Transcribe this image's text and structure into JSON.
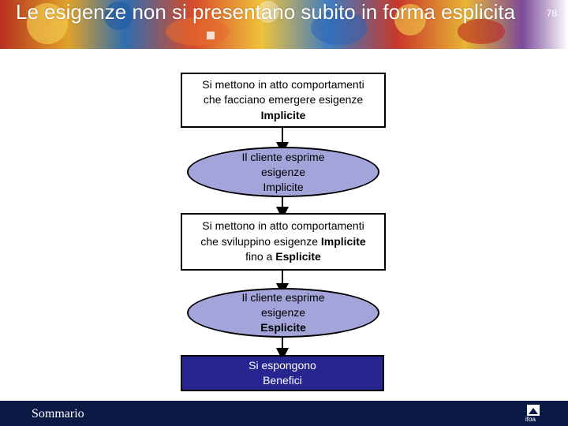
{
  "header": {
    "title": "Le esigenze non si presentano subito in forma esplicita",
    "page_number": "78"
  },
  "flow": {
    "step1": {
      "line1": "Si mettono in atto comportamenti",
      "line2": "che facciano emergere esigenze",
      "line3_bold": "Implicite"
    },
    "step2": {
      "line1": "Il cliente esprime",
      "line2": "esigenze",
      "line3": "Implicite"
    },
    "step3": {
      "line1": "Si mettono in atto comportamenti",
      "line2a": "che sviluppino esigenze ",
      "line2b_bold": "Implicite",
      "line3a": "fino a ",
      "line3b_bold": "Esplicite"
    },
    "step4": {
      "line1": "Il cliente esprime",
      "line2": "esigenze",
      "line3_bold": "Esplicite"
    },
    "step5": {
      "line1": "Si espongono",
      "line2": "Benefici"
    }
  },
  "footer": {
    "link_label": "Sommario",
    "logo_text": "ifoa"
  },
  "colors": {
    "ellipse_fill": "#a3a5da",
    "final_fill": "#27258f",
    "footer_bg": "#0a1a44"
  }
}
